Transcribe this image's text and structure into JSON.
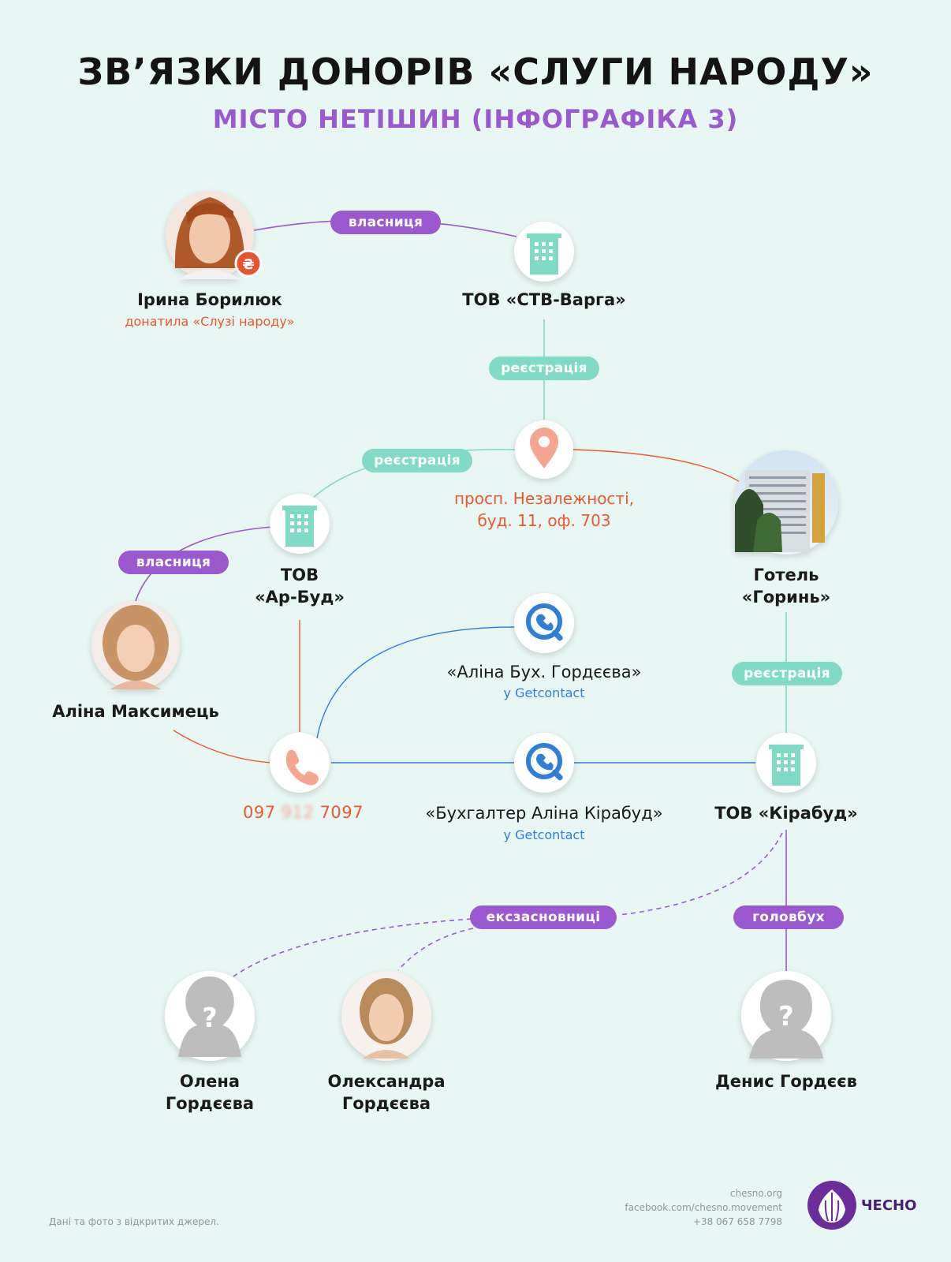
{
  "header": {
    "title": "ЗВ’ЯЗКИ ДОНОРІВ «СЛУГИ НАРОДУ»",
    "subtitle": "МІСТО НЕТІШИН (ІНФОГРАФІКА 3)"
  },
  "colors": {
    "purple": "#9a59cf",
    "teal": "#7fdac6",
    "orange": "#e85a2f",
    "blue": "#2f7fd8",
    "grey": "#b4b4b4",
    "background": "#e8f6f4"
  },
  "nodes": {
    "iryna": {
      "name": "Ірина Борилюк",
      "note": "донатила «Слузі народу»",
      "icon": "person-photo-donor",
      "badge": "₴"
    },
    "stv_varga": {
      "name": "ТОВ «СТВ-Варга»",
      "icon": "building-icon"
    },
    "address": {
      "text": "просп. Незалежності,\nбуд. 11, оф. 703",
      "icon": "location-pin-icon"
    },
    "ar_bud": {
      "name": "ТОВ\n«Ар-Буд»",
      "icon": "building-icon"
    },
    "hotel": {
      "name": "Готель\n«Горинь»",
      "icon": "hotel-photo"
    },
    "alina_m": {
      "name": "Аліна Максимець",
      "icon": "person-photo"
    },
    "gc1": {
      "name": "«Аліна Бух. Гордєєва»",
      "note": "у Getcontact",
      "icon": "getcontact-icon"
    },
    "phone": {
      "prefix": "097",
      "hidden": "912",
      "suffix": "7097",
      "icon": "phone-icon"
    },
    "gc2": {
      "name": "«Бухгалтер Аліна Кірабуд»",
      "note": "у Getcontact",
      "icon": "getcontact-icon"
    },
    "kirabud": {
      "name": "ТОВ «Кірабуд»",
      "icon": "building-icon"
    },
    "olena": {
      "name": "Олена\nГордєєва",
      "icon": "unknown-person-icon"
    },
    "oleksandra": {
      "name": "Олександра\nГордєєва",
      "icon": "person-photo"
    },
    "denys": {
      "name": "Денис Гордєєв",
      "icon": "unknown-person-icon"
    }
  },
  "relations": {
    "owner1": "власниця",
    "reg1": "реєстрація",
    "reg2": "реєстрація",
    "owner2": "власниця",
    "reg3": "реєстрація",
    "excofounders": "ексзасновниці",
    "chief_accountant": "головбух"
  },
  "footer": {
    "note": "Дані та фото з відкритих джерел.",
    "site": "chesno.org",
    "facebook": "facebook.com/chesno.movement",
    "phone": "+38 067 658 7798",
    "logo_text": "ЧЕСНО"
  }
}
